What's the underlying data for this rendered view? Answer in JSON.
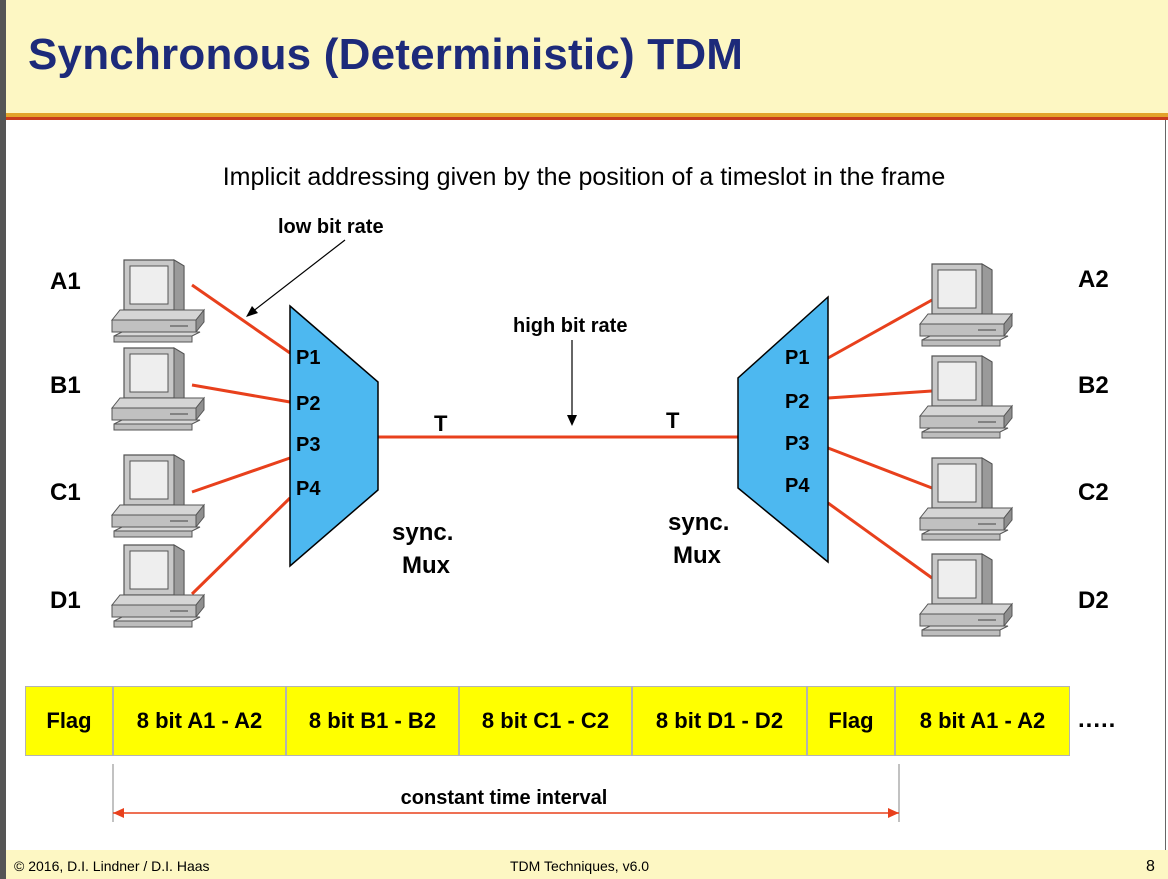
{
  "slide": {
    "title": "Synchronous (Deterministic) TDM",
    "subtitle": "Implicit addressing given by the position of a timeslot in the frame"
  },
  "diagram": {
    "low_rate_label": "low bit rate",
    "high_rate_label": "high bit rate",
    "left_stations": [
      "A1",
      "B1",
      "C1",
      "D1"
    ],
    "right_stations": [
      "A2",
      "B2",
      "C2",
      "D2"
    ],
    "left_mux": {
      "ports": [
        "P1",
        "P2",
        "P3",
        "P4"
      ],
      "trunk": "T",
      "label_line1": "sync.",
      "label_line2": "Mux"
    },
    "right_mux": {
      "ports": [
        "P1",
        "P2",
        "P3",
        "P4"
      ],
      "trunk": "T",
      "label_line1": "sync.",
      "label_line2": "Mux"
    },
    "colors": {
      "link": "#e8401c",
      "mux": "#4db8f0",
      "slot": "#ffff00",
      "title": "#1d2a7a"
    }
  },
  "frame": {
    "cells": [
      "Flag",
      "8 bit A1 - A2",
      "8 bit B1 - B2",
      "8 bit C1 - C2",
      "8 bit D1 - D2",
      "Flag",
      "8 bit A1 - A2"
    ],
    "continuation": ".....",
    "interval_label": "constant time interval"
  },
  "footer": {
    "copyright": "© 2016, D.I. Lindner / D.I. Haas",
    "doc": "TDM Techniques, v6.0",
    "page": "8"
  }
}
